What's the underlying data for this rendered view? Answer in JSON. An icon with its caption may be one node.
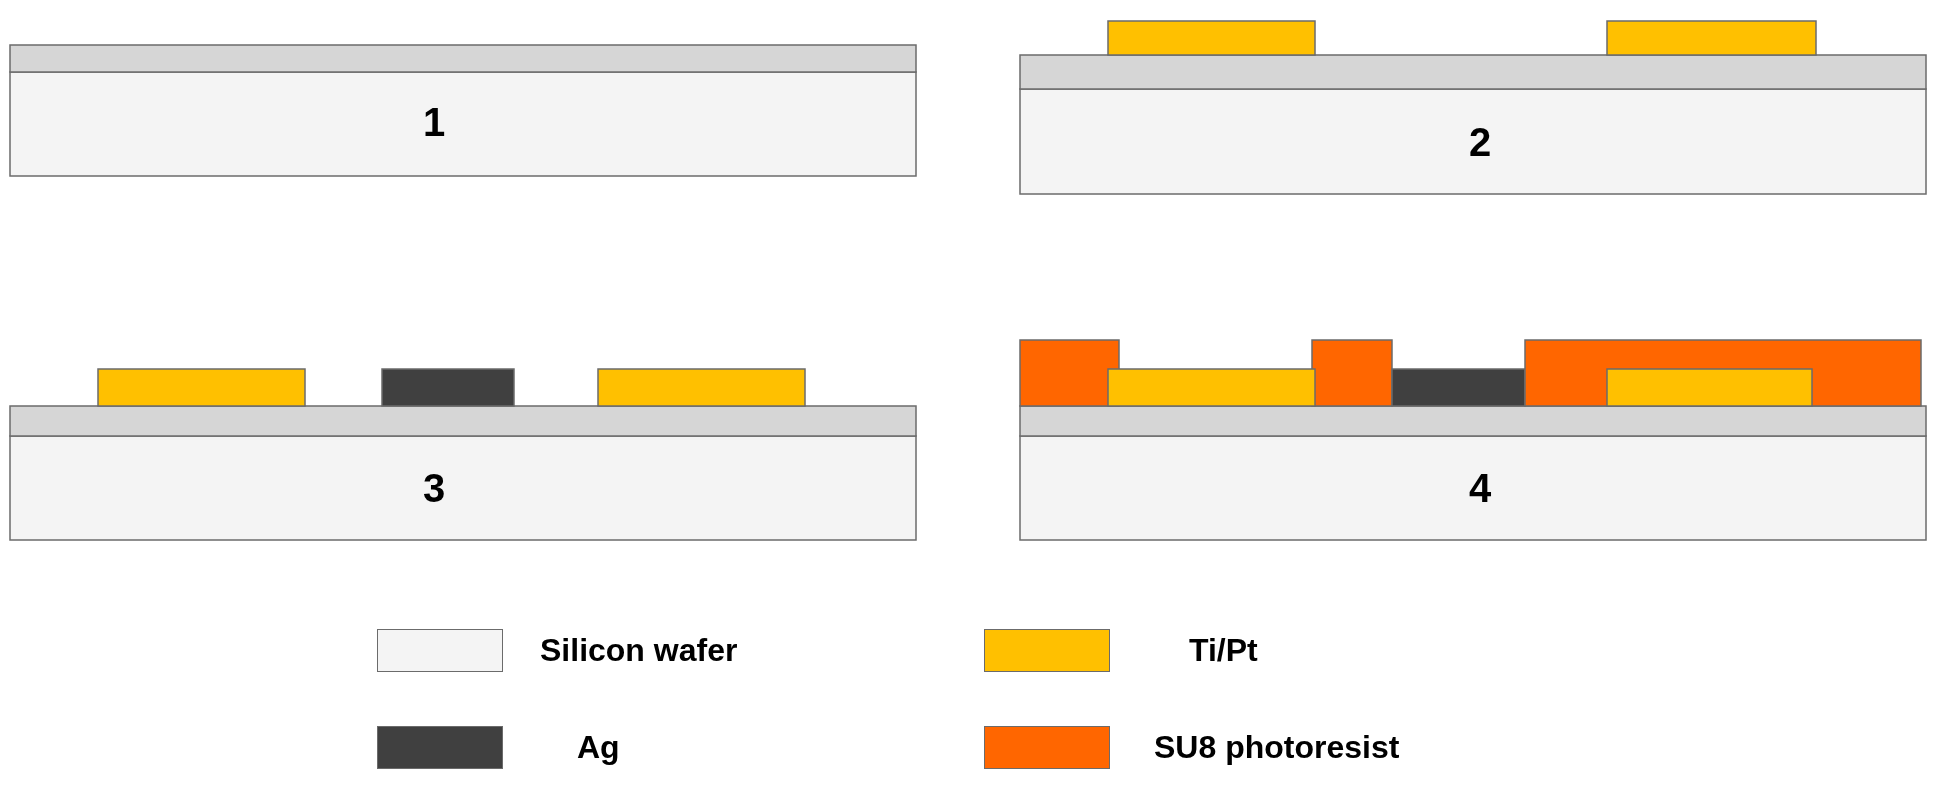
{
  "diagram": {
    "labels": [
      "1",
      "2",
      "3",
      "4"
    ],
    "legend": [
      {
        "text": "Silicon wafer",
        "color": "#f4f4f4"
      },
      {
        "text": "Ti/Pt",
        "color": "#ffc000"
      },
      {
        "text": "Ag",
        "color": "#404040"
      },
      {
        "text": "SU8 photoresist",
        "color": "#ff6600"
      }
    ]
  }
}
